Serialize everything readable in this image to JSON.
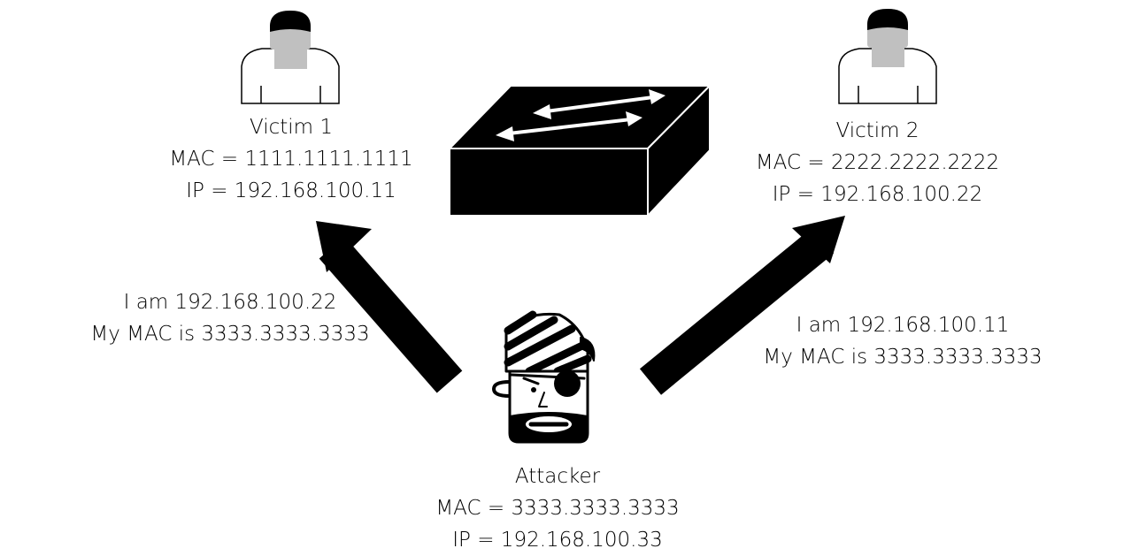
{
  "victim1": {
    "name": "Victim 1",
    "mac": "MAC = 1111.1111.1111",
    "ip": "IP = 192.168.100.11"
  },
  "victim2": {
    "name": "Victim 2",
    "mac": "MAC = 2222.2222.2222",
    "ip": "IP = 192.168.100.22"
  },
  "attacker": {
    "name": "Attacker",
    "mac": "MAC = 3333.3333.3333",
    "ip": "IP = 192.168.100.33"
  },
  "arp_to_victim1": {
    "line1": "I am 192.168.100.22",
    "line2": "My MAC is 3333.3333.3333"
  },
  "arp_to_victim2": {
    "line1": "I am 192.168.100.11",
    "line2": "My MAC is 3333.3333.3333"
  },
  "icons": {
    "victim": "user-icon",
    "switch": "network-switch-icon",
    "attacker": "pirate-icon",
    "arrow": "arrow-icon"
  },
  "colors": {
    "background": "#ffffff",
    "ink": "#000000",
    "face": "#c0c0c0"
  }
}
